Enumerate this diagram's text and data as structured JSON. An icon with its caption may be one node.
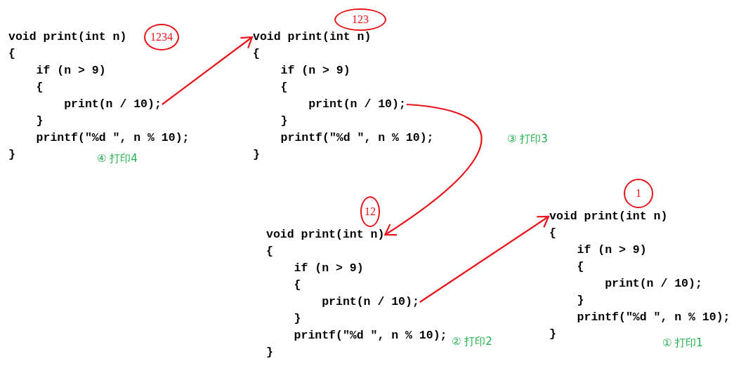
{
  "diagram": {
    "nodes": [
      {
        "text": [
          "{",
          "if (n > 9)",
          "{",
          "}",
          "printf(\"%d \", n % 10);",
          "}"
        ],
        "beside": [
          "④ 打印4"
        ]
      },
      {
        "text": [
          "void print(int n)"
        ],
        "in": 0
      },
      {
        "text": [
          "print(n / 10);"
        ],
        "in": 0
      },
      {
        "text": [
          "1234"
        ]
      },
      {
        "text": [
          "{",
          "if (n > 9)",
          "{",
          "}",
          "printf(\"%d \", n % 10);",
          "}"
        ]
      },
      {
        "text": [
          "void print(int n)"
        ],
        "in": 4
      },
      {
        "text": [
          "print(n / 10);"
        ],
        "in": 4
      },
      {
        "text": [
          "123"
        ]
      },
      {
        "text": [
          "{",
          "if (n > 9)",
          "{",
          "}",
          "printf(\"%d \", n % 10);",
          "}"
        ],
        "beside": [
          "② 打印2"
        ]
      },
      {
        "text": [
          "void print(int n)"
        ],
        "in": 8
      },
      {
        "text": [
          "print(n / 10);"
        ],
        "in": 8
      },
      {
        "text": [
          "12"
        ]
      },
      {
        "text": [
          "{",
          "if (n > 9)",
          "{",
          "}",
          "printf(\"%d \", n % 10);",
          "}"
        ],
        "beside": [
          "① 打印1"
        ]
      },
      {
        "text": [
          "void print(int n)"
        ],
        "in": 12
      },
      {
        "text": [
          "print(n / 10);"
        ],
        "in": 12
      },
      {
        "text": [
          "1"
        ]
      }
    ],
    "edges": [
      {
        "from": 2,
        "to": 5,
        "arrow": "to"
      },
      {
        "from": 6,
        "to": 9,
        "arrow": "to"
      },
      {
        "from": 10,
        "to": 13,
        "arrow": "to"
      }
    ],
    "labels": [
      "③ 打印3"
    ]
  }
}
